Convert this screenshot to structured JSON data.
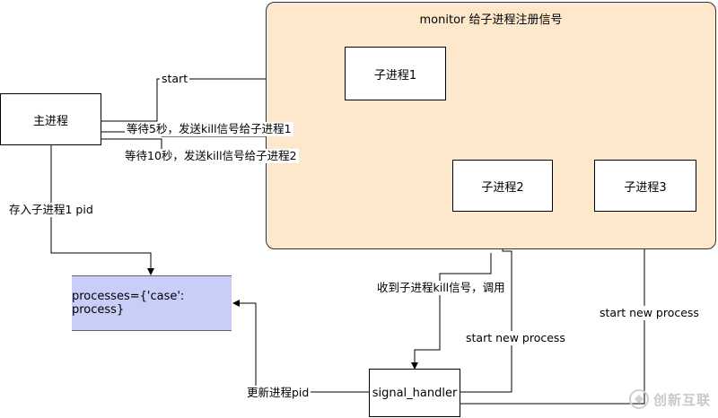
{
  "monitor": {
    "title": "monitor 给子进程注册信号"
  },
  "nodes": {
    "main": "主进程",
    "child1": "子进程1",
    "child2": "子进程2",
    "child3": "子进程3",
    "processes": "processes={'case': process}",
    "handler": "signal_handler"
  },
  "edge_labels": {
    "start": "start",
    "wait5": "等待5秒，发送kill信号给子进程1",
    "wait10": "等待10秒，发送kill信号给子进程2",
    "store_pid": "存入子进程1 pid",
    "received_kill": "收到子进程kill信号，调用",
    "start_new_1": "start new process",
    "start_new_2": "start new process",
    "update_pid": "更新进程pid"
  },
  "watermark": {
    "text": "创新互联"
  },
  "colors": {
    "monitor_fill": "#fde8cc",
    "store_fill": "#c9cef9",
    "line": "#000000"
  }
}
